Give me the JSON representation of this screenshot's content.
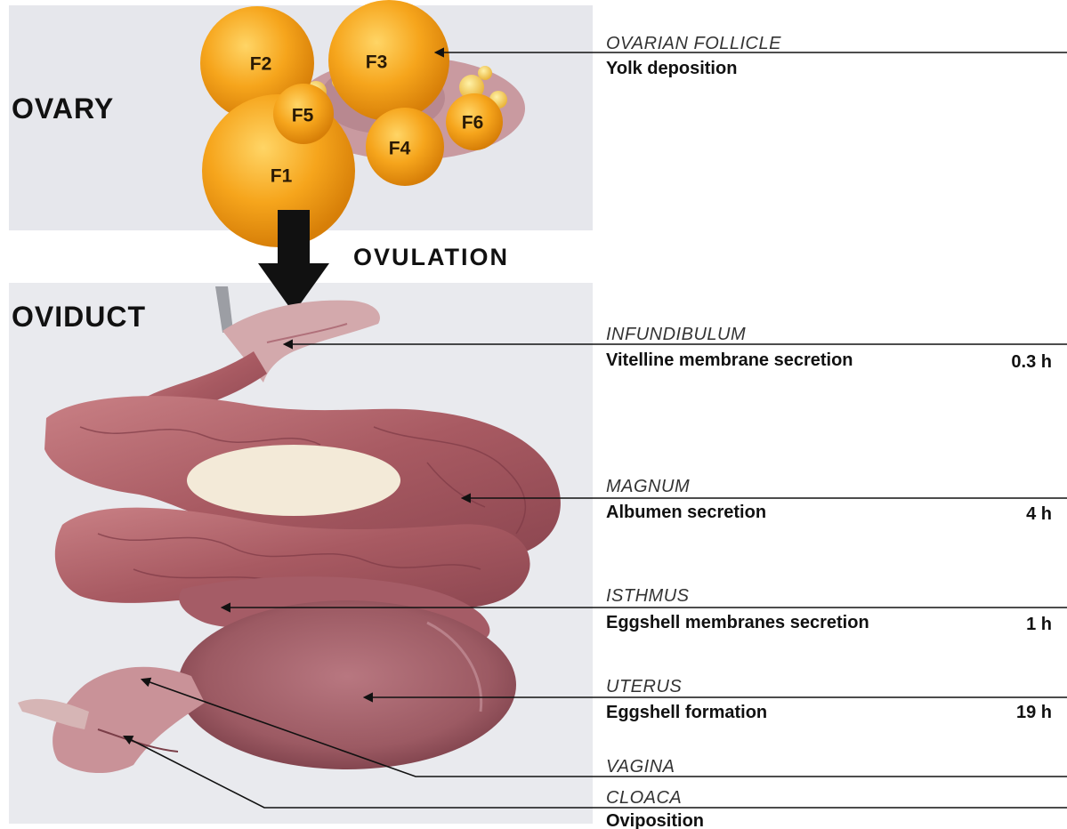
{
  "ovary": {
    "title": "OVARY",
    "follicles": [
      "F1",
      "F2",
      "F3",
      "F4",
      "F5",
      "F6"
    ]
  },
  "ovulation": {
    "label": "OVULATION"
  },
  "oviduct": {
    "title": "OVIDUCT"
  },
  "regions": [
    {
      "name": "OVARIAN FOLLICLE",
      "description": "Yolk deposition",
      "time": ""
    },
    {
      "name": "INFUNDIBULUM",
      "description": "Vitelline membrane secretion",
      "time": "0.3 h"
    },
    {
      "name": "MAGNUM",
      "description": "Albumen secretion",
      "time": "4 h"
    },
    {
      "name": "ISTHMUS",
      "description": "Eggshell membranes secretion",
      "time": "1 h"
    },
    {
      "name": "UTERUS",
      "description": "Eggshell formation",
      "time": "19 h"
    },
    {
      "name": "VAGINA",
      "description": "",
      "time": ""
    },
    {
      "name": "CLOACA",
      "description": "Oviposition",
      "time": ""
    }
  ],
  "colors": {
    "yolk": "#f5a820",
    "tissue": "#b86a6e",
    "background_photo": "#e9eaee",
    "text": "#111111"
  }
}
